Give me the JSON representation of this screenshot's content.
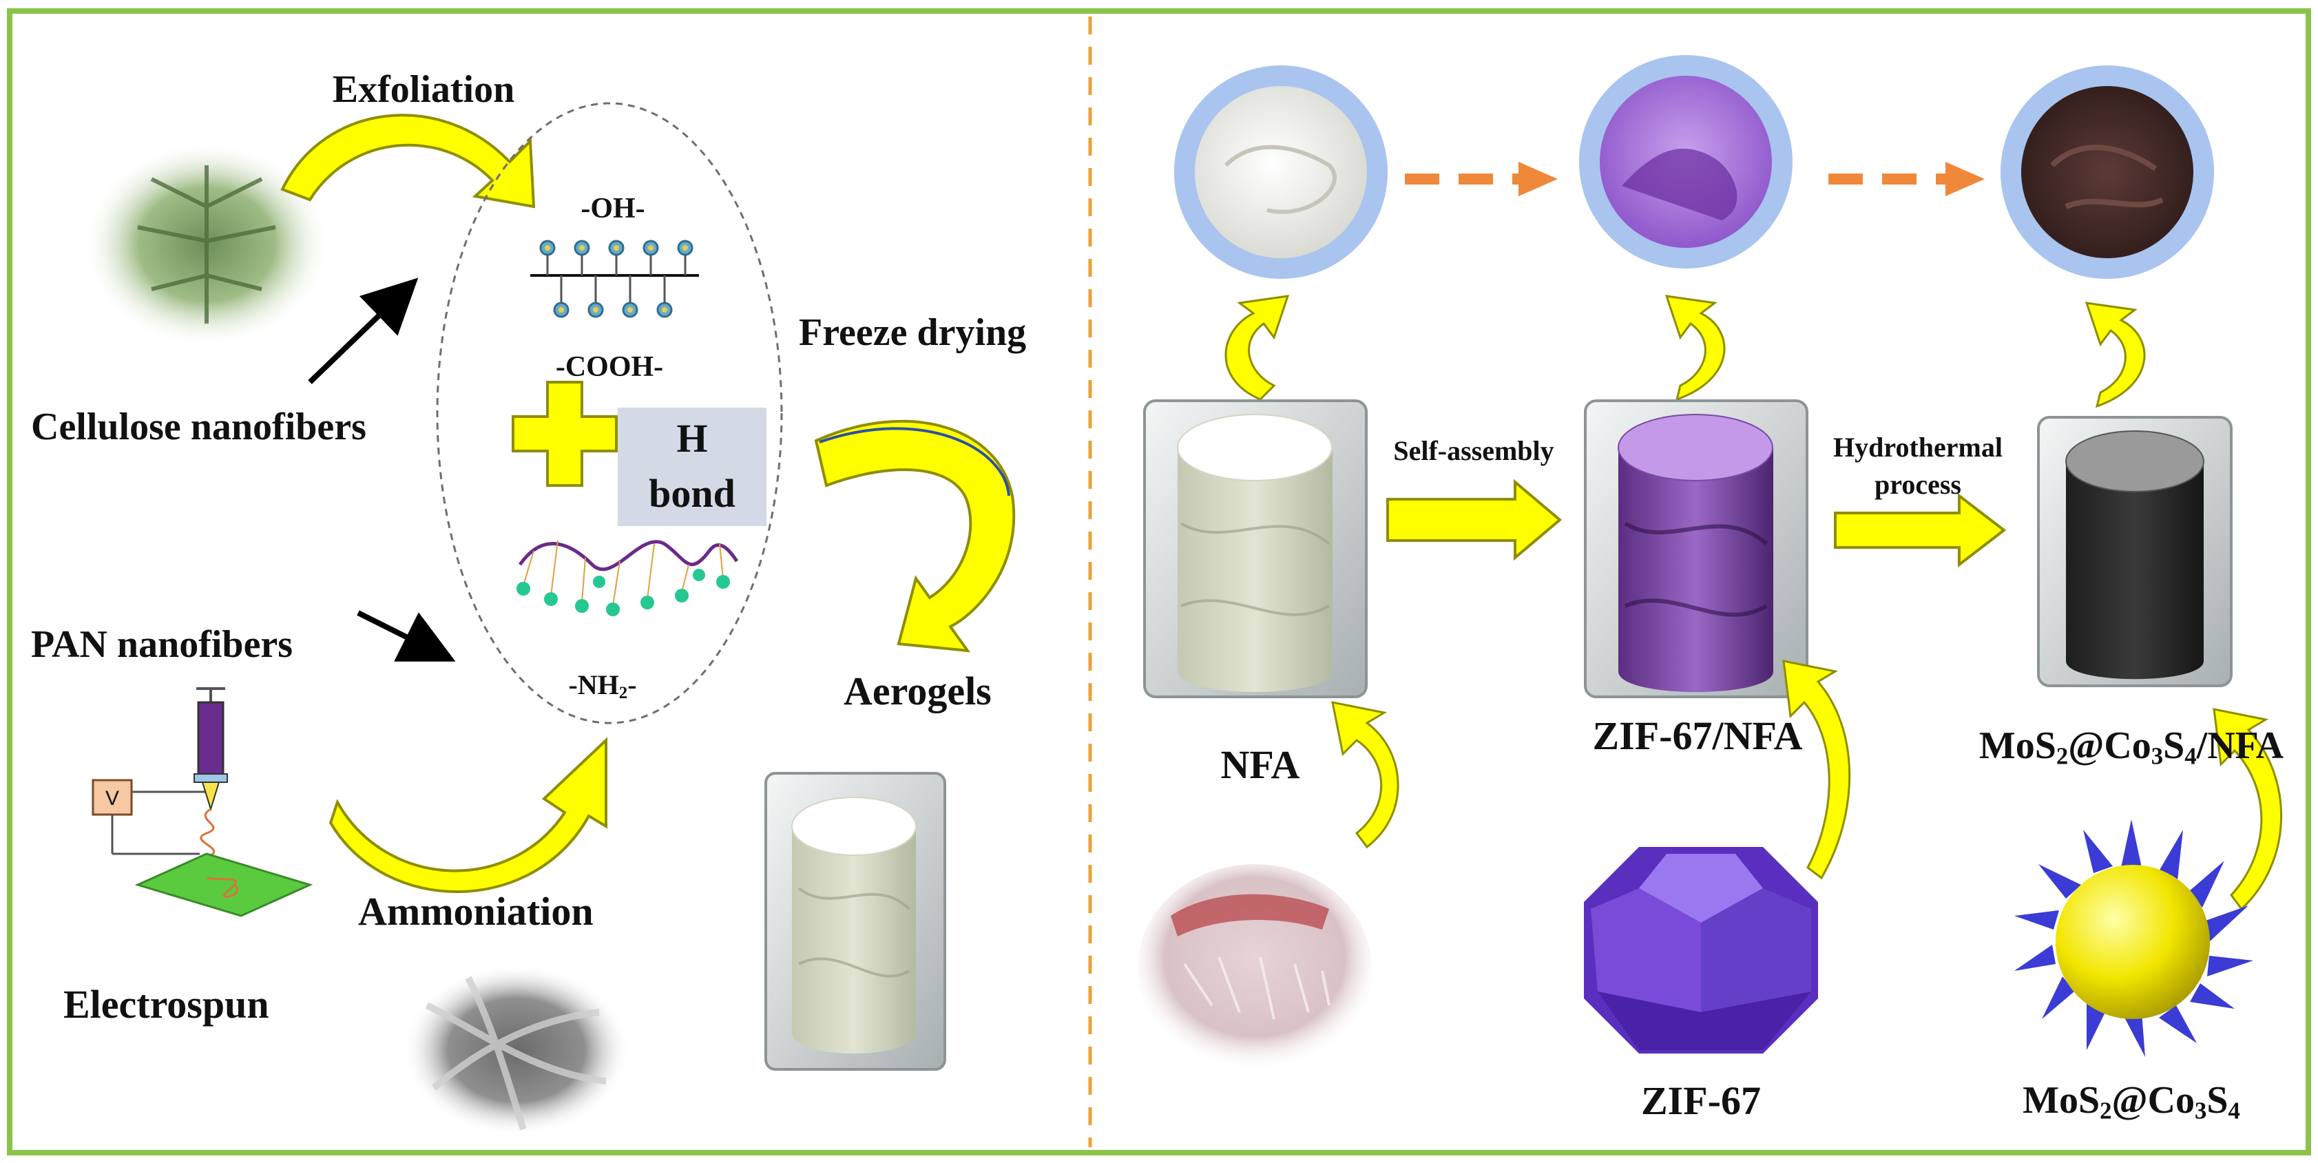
{
  "colors": {
    "frame_green": "#8BC34A",
    "divider_orange": "#E8A23A",
    "yellow_arrow": "#FFFF00",
    "yellow_arrow_stroke": "#8E8E00",
    "dashed_arrow": "#F0883A",
    "bubble_ring": "#A9C4EE",
    "zif67_purple": "#7A4BD8",
    "sun_yellow": "#F2E600",
    "spike_blue": "#3B3BD6",
    "hbond_box": "#D4D9E6"
  },
  "left_panel": {
    "exfoliation": "Exfoliation",
    "cellulose_nanofibers": "Cellulose nanofibers",
    "pan_nanofibers": "PAN nanofibers",
    "electrospun": "Electrospun",
    "ammoniation": "Ammoniation",
    "freeze_drying": "Freeze drying",
    "aerogels": "Aerogels",
    "oh_group": "-OH-",
    "cooh_group": "-COOH-",
    "nh2_group": "-NH",
    "nh2_sub": "2",
    "nh2_tail": "-",
    "hbond_line1": "H",
    "hbond_line2": "bond",
    "voltage_symbol": "V"
  },
  "right_panel": {
    "self_assembly": "Self-assembly",
    "hydrothermal_line1": "Hydrothermal",
    "hydrothermal_line2": "process",
    "nfa": "NFA",
    "zif67_nfa": "ZIF-67/NFA",
    "zif67": "ZIF-67",
    "composite_nfa": {
      "a": "MoS",
      "a_sub": "2",
      "b": "@Co",
      "b_sub": "3",
      "c": "S",
      "c_sub": "4",
      "d": "/NFA"
    },
    "composite": {
      "a": "MoS",
      "a_sub": "2",
      "b": "@Co",
      "b_sub": "3",
      "c": "S",
      "c_sub": "4"
    }
  }
}
